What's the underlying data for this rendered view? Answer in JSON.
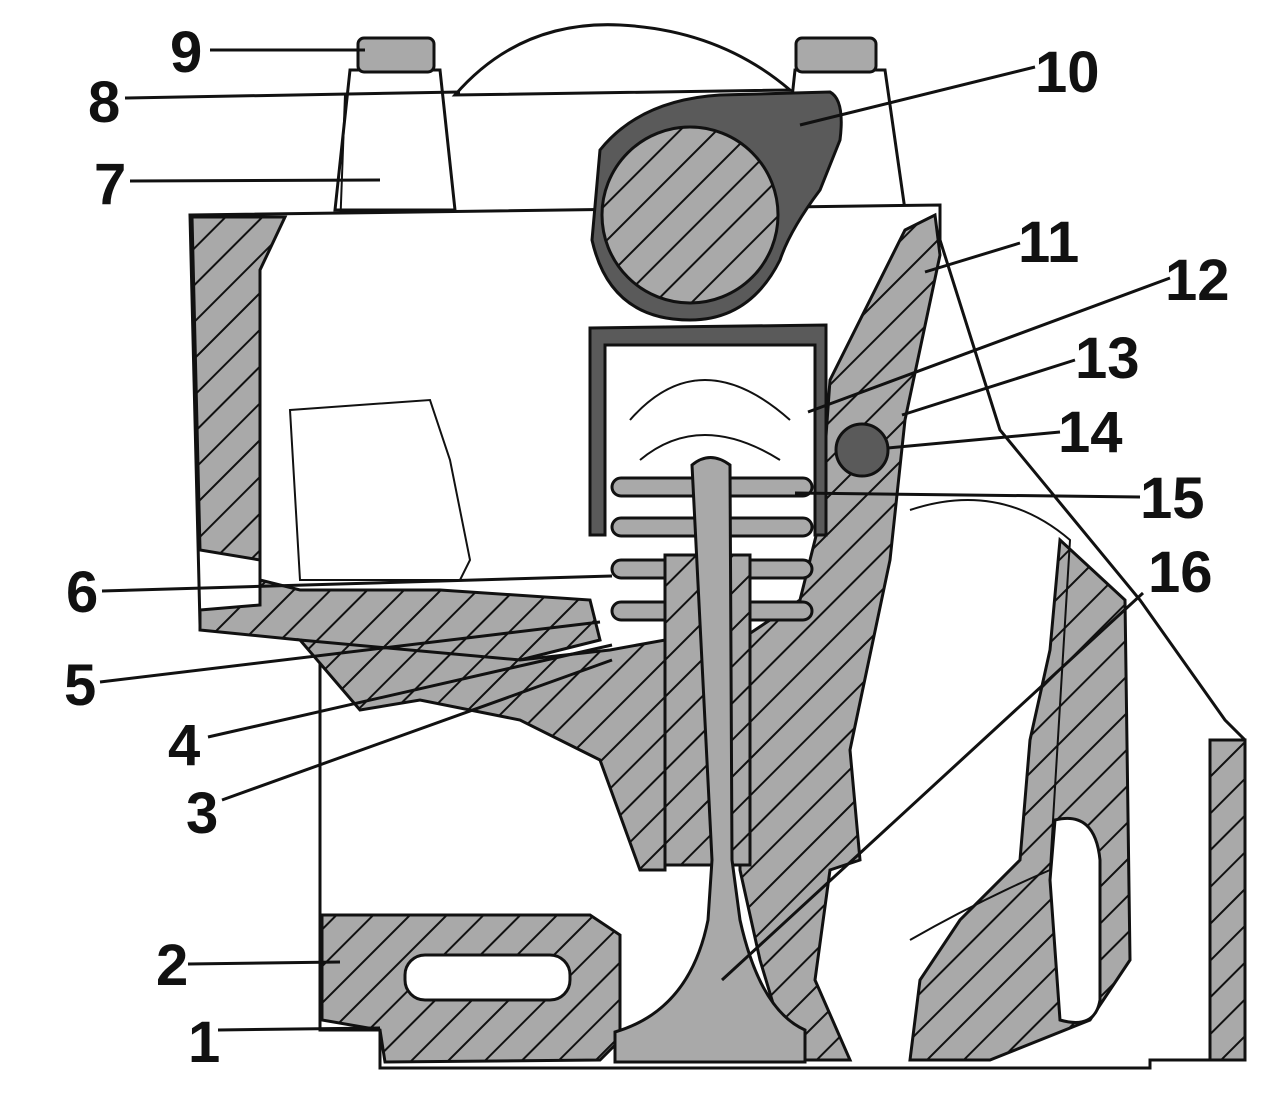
{
  "callouts": [
    {
      "id": 1,
      "text": "1"
    },
    {
      "id": 2,
      "text": "2"
    },
    {
      "id": 3,
      "text": "3"
    },
    {
      "id": 4,
      "text": "4"
    },
    {
      "id": 5,
      "text": "5"
    },
    {
      "id": 6,
      "text": "6"
    },
    {
      "id": 7,
      "text": "7"
    },
    {
      "id": 8,
      "text": "8"
    },
    {
      "id": 9,
      "text": "9"
    },
    {
      "id": 10,
      "text": "10"
    },
    {
      "id": 11,
      "text": "11"
    },
    {
      "id": 12,
      "text": "12"
    },
    {
      "id": 13,
      "text": "13"
    },
    {
      "id": 14,
      "text": "14"
    },
    {
      "id": 15,
      "text": "15"
    },
    {
      "id": 16,
      "text": "16"
    }
  ],
  "colors": {
    "line": "#111111",
    "section_fill": "#a9a9a9",
    "cam_fill": "#5a5a5a",
    "background": "#ffffff"
  }
}
